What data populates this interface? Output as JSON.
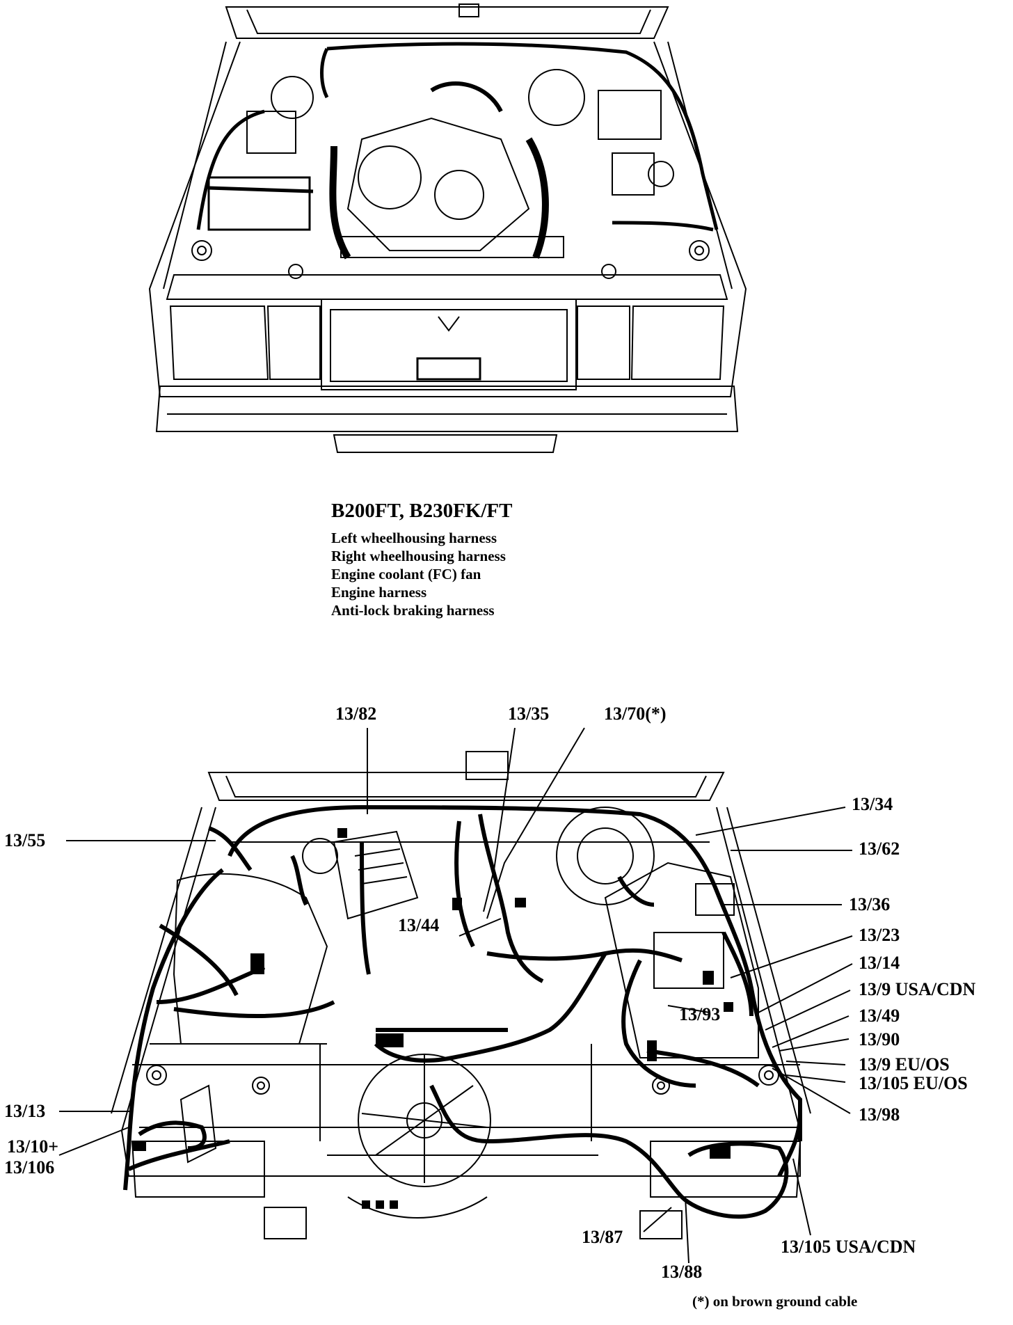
{
  "caption": {
    "title": "B200FT, B230FK/FT",
    "harnesses": [
      "Left wheelhousing harness",
      "Right wheelhousing harness",
      "Engine coolant (FC) fan",
      "Engine harness",
      "Anti-lock braking harness"
    ]
  },
  "callouts": {
    "c13_82": "13/82",
    "c13_35": "13/35",
    "c13_70": "13/70(*)",
    "c13_55": "13/55",
    "c13_34": "13/34",
    "c13_62": "13/62",
    "c13_36": "13/36",
    "c13_44": "13/44",
    "c13_23": "13/23",
    "c13_14": "13/14",
    "c13_9_usa": "13/9 USA/CDN",
    "c13_49": "13/49",
    "c13_93": "13/93",
    "c13_90": "13/90",
    "c13_9_eu": "13/9 EU/OS",
    "c13_105_eu": "13/105 EU/OS",
    "c13_13": "13/13",
    "c13_98": "13/98",
    "c13_10": "13/10+",
    "c13_106": "13/106",
    "c13_87": "13/87",
    "c13_105_usa": "13/105 USA/CDN",
    "c13_88": "13/88"
  },
  "footnote": "(*) on brown ground cable"
}
